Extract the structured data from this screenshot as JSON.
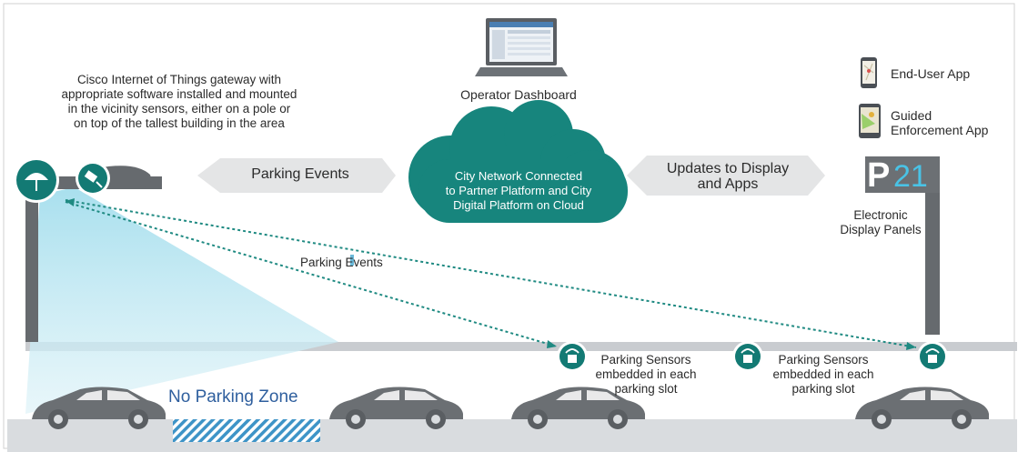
{
  "gateway": {
    "lines": [
      "Cisco Internet of Things gateway with",
      "appropriate software installed and mounted",
      "in the vicinity sensors, either on a pole or",
      "on top of the tallest building in the area"
    ]
  },
  "operator_dashboard": {
    "label": "Operator Dashboard"
  },
  "cloud": {
    "lines": [
      "City Network Connected",
      "to Partner Platform and City",
      "Digital Platform on Cloud"
    ]
  },
  "left_arrow": {
    "label": "Parking Events"
  },
  "right_arrow": {
    "lines": [
      "Updates to Display",
      "and Apps"
    ]
  },
  "apps": [
    {
      "lines": [
        "End-User App"
      ],
      "icon": "mobile-map-icon"
    },
    {
      "lines": [
        "Guided",
        "Enforcement App"
      ],
      "icon": "tablet-map-icon"
    }
  ],
  "display": {
    "sign_letter": "P",
    "sign_number": "21",
    "lines": [
      "Electronic",
      "Display Panels"
    ]
  },
  "parking_events_link": {
    "label": "Parking Events"
  },
  "sensor_labels": [
    {
      "lines": [
        "Parking Sensors",
        "embedded in each",
        "parking slot"
      ]
    },
    {
      "lines": [
        "Parking Sensors",
        "embedded in each",
        "parking slot"
      ]
    }
  ],
  "no_parking": {
    "label": "No Parking Zone"
  },
  "colors": {
    "teal": "#137a74",
    "cloud": "#17857d",
    "gray_dark": "#666a6e",
    "gray_light": "#d6d9dc",
    "beam": "#bfe7f1",
    "accent_blue": "#2f5f9e",
    "sign_digits": "#49c3e6"
  }
}
